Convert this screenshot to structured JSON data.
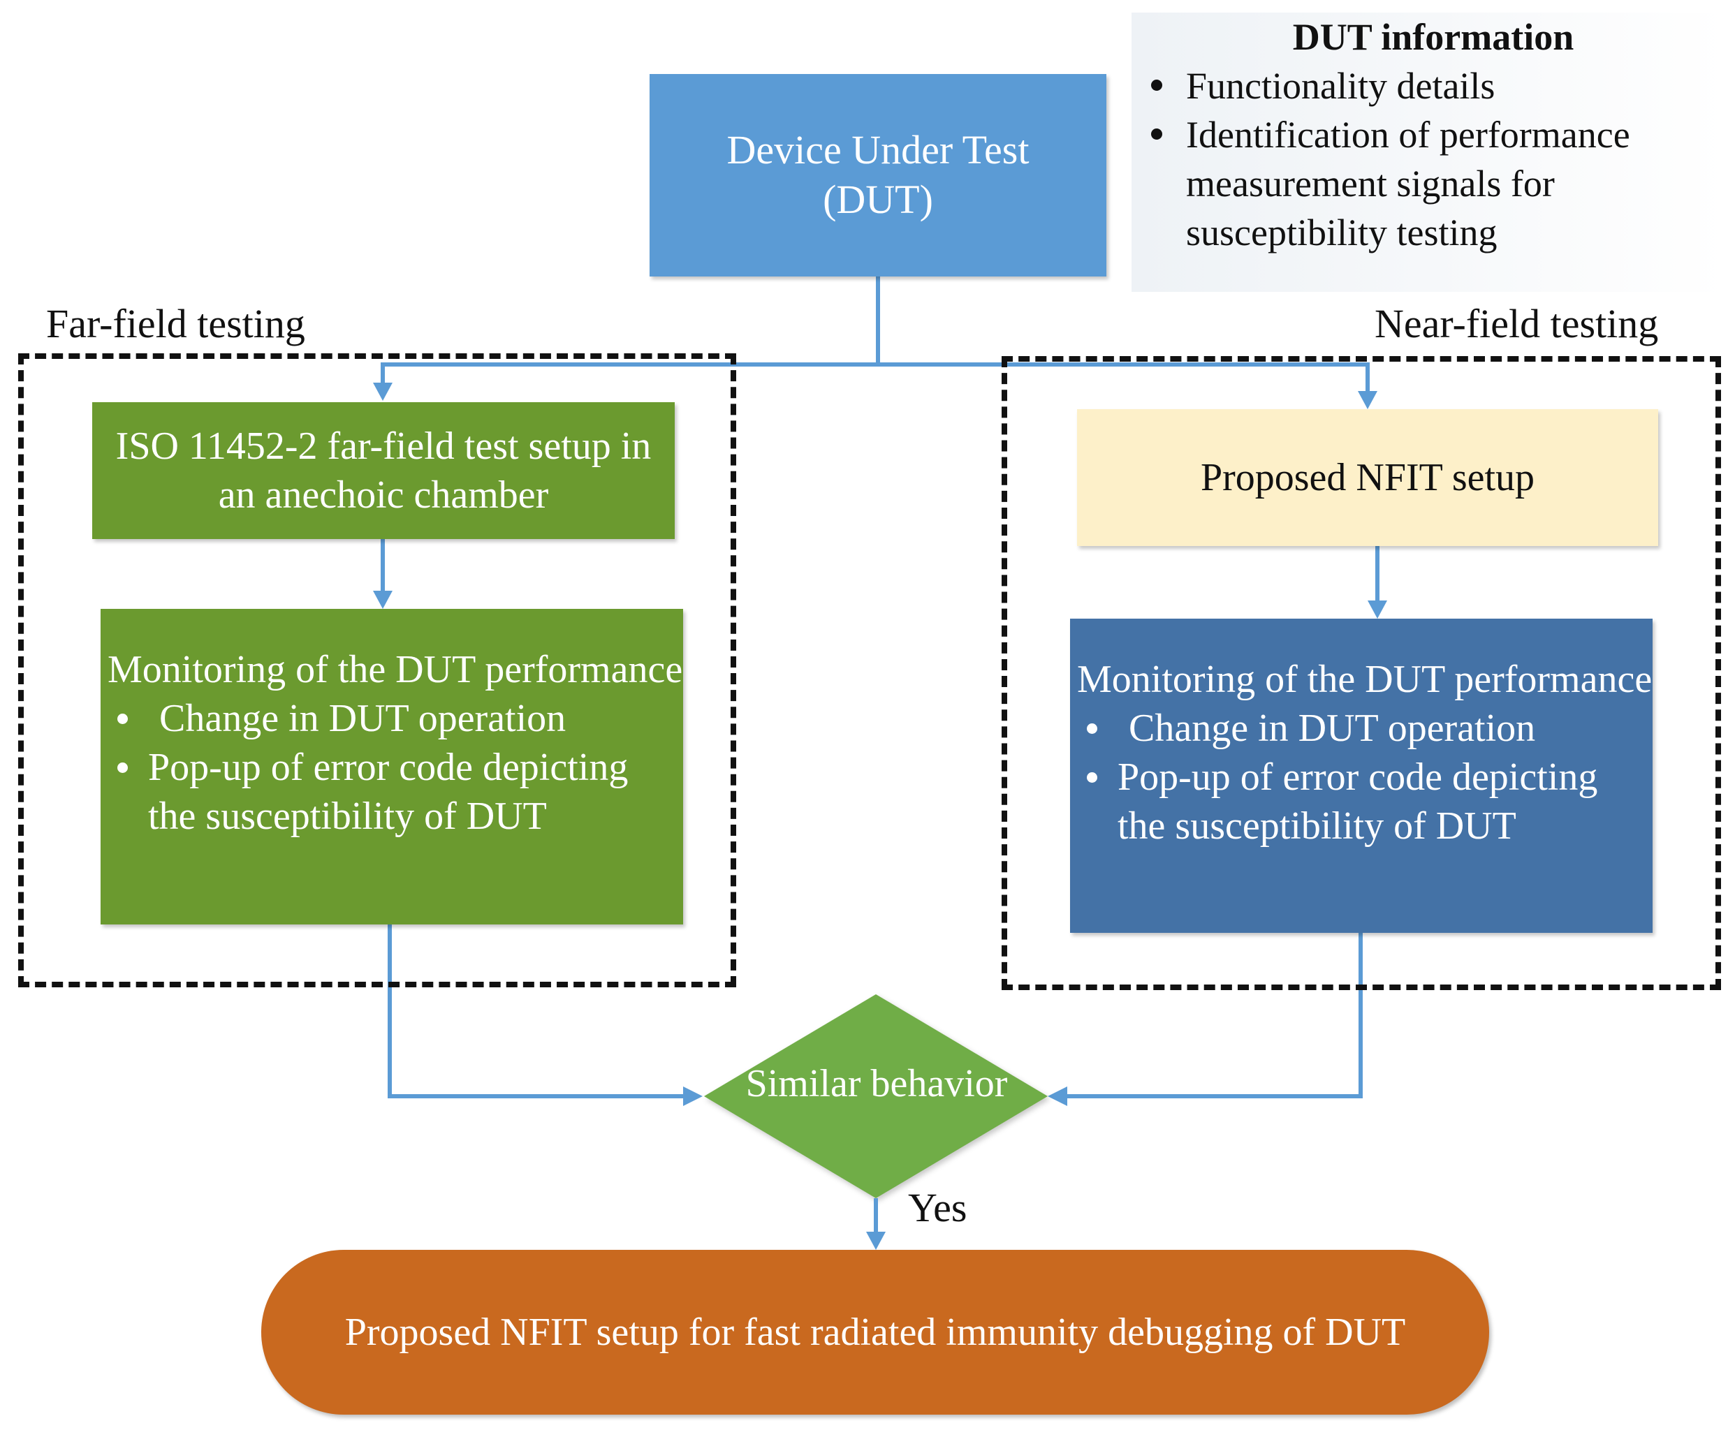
{
  "dut": {
    "line1": "Device Under Test",
    "line2": "(DUT)"
  },
  "dut_info": {
    "title": "DUT information",
    "items": [
      "Functionality details",
      "Identification of  performance measurement signals for susceptibility testing"
    ]
  },
  "far_field": {
    "label": "Far-field testing",
    "setup": "ISO 11452-2 far-field test setup in an anechoic chamber",
    "monitor_title": "Monitoring of the DUT performance",
    "monitor_items": [
      "Change in DUT operation",
      "Pop-up of error code depicting the susceptibility of DUT"
    ]
  },
  "near_field": {
    "label": "Near-field testing",
    "setup": "Proposed NFIT setup",
    "monitor_title": "Monitoring of the DUT performance",
    "monitor_items": [
      "Change in DUT operation",
      "Pop-up of error code depicting the susceptibility of DUT"
    ]
  },
  "decision": {
    "label": "Similar behavior",
    "yes": "Yes"
  },
  "result": "Proposed NFIT setup for fast radiated immunity debugging of DUT",
  "colors": {
    "dut_blue": "#5b9bd5",
    "far_green": "#6b9a2f",
    "near_blue": "#4472a6",
    "nfit_yellow": "#fdf0c9",
    "result_orange": "#c9691f",
    "decision_green": "#70ad47",
    "arrow_blue": "#5b9bd5"
  }
}
